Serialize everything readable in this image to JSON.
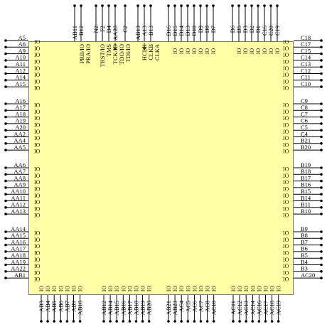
{
  "title": "",
  "package": {
    "left_groups": [
      [
        "A5",
        "A6",
        "A9",
        "A10",
        "A11",
        "A12",
        "A14",
        "A15"
      ],
      [
        "A16",
        "A17",
        "A18",
        "A19",
        "A20",
        "AA2",
        "AA4",
        "AA5"
      ],
      [
        "AA6",
        "AA7",
        "AA8",
        "AA9",
        "AA10",
        "AA11",
        "AA12",
        "AA13"
      ],
      [
        "AA14",
        "AA15",
        "AA16",
        "AA17",
        "AA18",
        "AA19",
        "AA22",
        "AB1"
      ]
    ],
    "right_groups": [
      [
        "C18",
        "C17",
        "C15",
        "C14",
        "C13",
        "C12",
        "C11",
        "C10"
      ],
      [
        "C9",
        "C8",
        "C7",
        "C6",
        "C5",
        "C4",
        "B21",
        "B20"
      ],
      [
        "B19",
        "B18",
        "B17",
        "B16",
        "B15",
        "B14",
        "B11",
        "B10"
      ],
      [
        "B9",
        "B8",
        "B7",
        "B6",
        "B5",
        "B4",
        "B3",
        "AC20"
      ]
    ],
    "top_pins": [
      "AB11",
      "B12",
      "N2",
      "F2",
      "D4",
      "AA20",
      "C2",
      "AB13",
      "A13",
      "B13",
      "D16",
      "D15",
      "D14",
      "D13",
      "D10",
      "D9",
      "D8",
      "D7",
      "D6",
      "D5",
      "D3",
      "D2",
      "D1",
      "C16",
      "C20",
      "C19"
    ],
    "bottom_groups": [
      [
        "AB3",
        "AB4",
        "AB5",
        "AB6",
        "AB7",
        "AB9",
        "AB10"
      ],
      [
        "AB12",
        "AB14",
        "AB15",
        "AB16",
        "AB17",
        "AB18",
        "AB19",
        "AB20"
      ],
      [
        "AB21",
        "AB23",
        "AC4",
        "AC5",
        "AC6",
        "AC7",
        "AC8",
        "AC10"
      ],
      [
        "AC11",
        "AC12",
        "AC13",
        "AC14",
        "AC16",
        "AC17",
        "AC18",
        "AC19"
      ]
    ],
    "io_label": "IO",
    "inner_top_labels": [
      "PRB/IO",
      "PRA/IO",
      "TRST/IO",
      "TMS",
      "TCK/IO",
      "TDO/IO",
      "TDI/IO",
      "HCLK",
      "CLKB",
      "CLKA"
    ]
  }
}
